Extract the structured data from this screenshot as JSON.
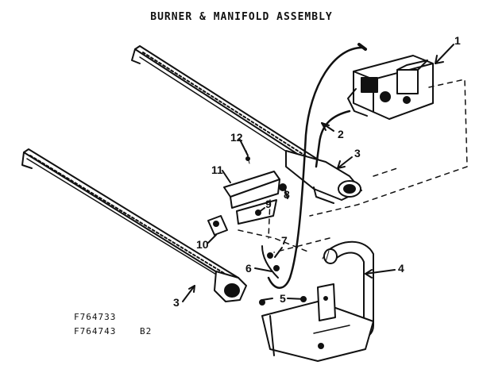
{
  "diagram": {
    "title": "BURNER & MANIFOLD ASSEMBLY",
    "callouts": [
      {
        "id": "1",
        "label": "1"
      },
      {
        "id": "2",
        "label": "2"
      },
      {
        "id": "3a",
        "label": "3"
      },
      {
        "id": "3b",
        "label": "3"
      },
      {
        "id": "4",
        "label": "4"
      },
      {
        "id": "5",
        "label": "5"
      },
      {
        "id": "6",
        "label": "6"
      },
      {
        "id": "7",
        "label": "7"
      },
      {
        "id": "8",
        "label": "8"
      },
      {
        "id": "9",
        "label": "9"
      },
      {
        "id": "10",
        "label": "10"
      },
      {
        "id": "11",
        "label": "11"
      },
      {
        "id": "12",
        "label": "12"
      }
    ],
    "part_numbers": [
      "F764733",
      "F764743"
    ],
    "page_code": "B2"
  }
}
